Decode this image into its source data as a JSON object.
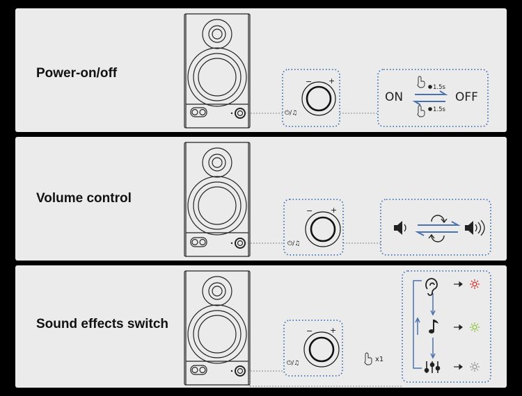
{
  "panels": [
    {
      "title": "Power-on/off",
      "knob_minus": "−",
      "knob_plus": "+",
      "knob_label": "⏻/♫",
      "state_on": "ON",
      "state_off": "OFF",
      "hold_time_top": "1.5s",
      "hold_time_bottom": "1.5s"
    },
    {
      "title": "Volume control",
      "knob_minus": "−",
      "knob_plus": "+",
      "knob_label": "⏻/♫"
    },
    {
      "title": "Sound effects switch",
      "knob_minus": "−",
      "knob_plus": "+",
      "knob_label": "⏻/♫",
      "press_count": "x1",
      "mode_led_colors": [
        "#d9342b",
        "#8cc63f",
        "#9a9a9a"
      ]
    }
  ],
  "colors": {
    "panel_bg": "#ebebeb",
    "dotted_border": "#3d6fb4",
    "arrow_blue": "#4a72ad",
    "line_gray": "#555555"
  }
}
